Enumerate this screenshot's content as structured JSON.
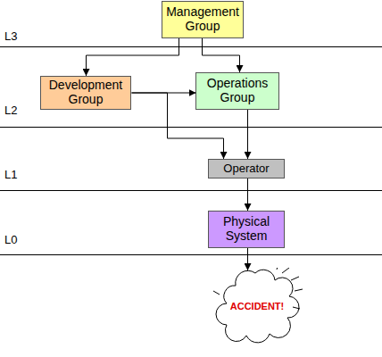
{
  "diagram": {
    "nodes": [
      {
        "text": [
          "Management Group"
        ]
      },
      {
        "text": [
          "Development Group"
        ]
      },
      {
        "text": [
          "Operations Group"
        ]
      },
      {
        "text": [
          "Operator"
        ]
      },
      {
        "text": [
          "Physical System"
        ]
      },
      {
        "text": [
          "ACCIDENT!"
        ]
      }
    ],
    "edges": [
      {
        "from": 0,
        "to": 1,
        "arrow": "to"
      },
      {
        "from": 0,
        "to": 2,
        "arrow": "to"
      },
      {
        "from": 1,
        "to": 2,
        "arrow": "to"
      },
      {
        "from": 1,
        "to": 3,
        "arrow": "to"
      },
      {
        "from": 2,
        "to": 3,
        "arrow": "to"
      },
      {
        "from": 3,
        "to": 4,
        "arrow": "to"
      },
      {
        "from": 4,
        "to": 5,
        "arrow": "to"
      }
    ],
    "labels": [
      "L3",
      "L2",
      "L1",
      "L0"
    ]
  }
}
